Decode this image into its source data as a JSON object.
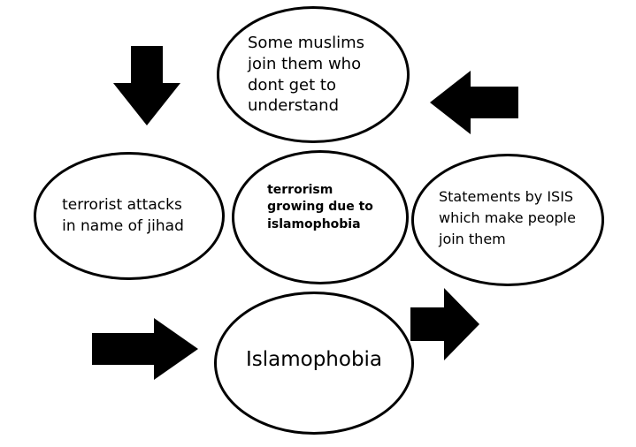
{
  "diagram": {
    "nodes": {
      "top": "Some muslims\njoin them who\ndont get to\nunderstand",
      "left": "terrorist attacks\nin name of jihad",
      "center": "terrorism\ngrowing due to\nislamophobia",
      "right": "Statements by ISIS\nwhich make people\njoin them",
      "bottom": "Islamophobia"
    },
    "colors": {
      "stroke": "#000000",
      "background": "#ffffff"
    }
  }
}
